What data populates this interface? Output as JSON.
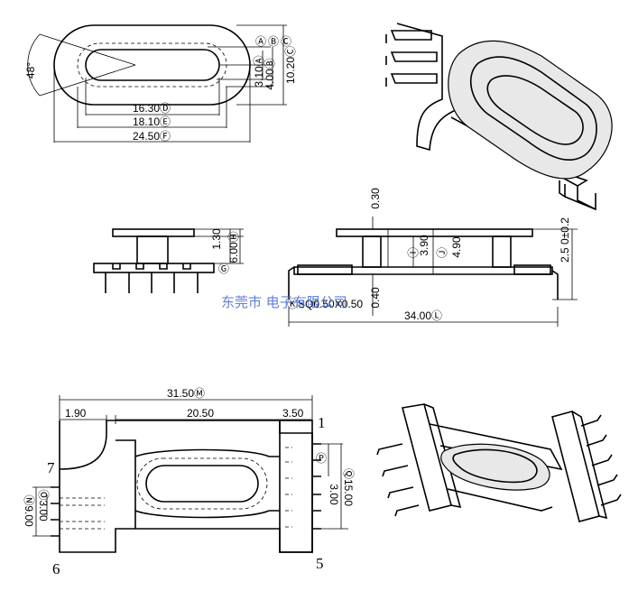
{
  "drawing": {
    "top_left": {
      "angle": "48°",
      "dim_a": "3.10Ⓐ",
      "dim_b": "4.00Ⓑ",
      "dim_c": "10.20Ⓒ",
      "dim_d": "16.30Ⓓ",
      "dim_e": "18.10Ⓔ",
      "dim_f": "24.50Ⓕ",
      "circle_labels": [
        "Ⓐ",
        "Ⓑ",
        "Ⓒ"
      ]
    },
    "middle_left": {
      "dim_top": "1.30",
      "dim_h": "6.00Ⓗ",
      "label_g": "Ⓖ"
    },
    "middle_right": {
      "dim_030": "0.30",
      "dim_i": "3.90",
      "label_i": "Ⓘ",
      "dim_j": "4.90",
      "label_j": "Ⓙ",
      "dim_25": "2.5 0±0.2",
      "dim_040": "0.40",
      "dim_sq": "ⓀSQ0.50X0.50",
      "dim_l": "34.00Ⓛ"
    },
    "bottom_left": {
      "dim_m": "31.50Ⓜ",
      "dim_190": "1.90",
      "dim_2050": "20.50",
      "dim_350": "3.50",
      "pin_1": "1",
      "pin_5": "5",
      "pin_6": "6",
      "pin_7": "7",
      "label_p": "Ⓟ",
      "dim_300": "3.00",
      "dim_q": "Ⓠ15.00",
      "dim_n": "Ⓝ9.00",
      "dim_o": "Ⓞ3.00"
    },
    "watermark": "东莞市    电子有限公司"
  }
}
